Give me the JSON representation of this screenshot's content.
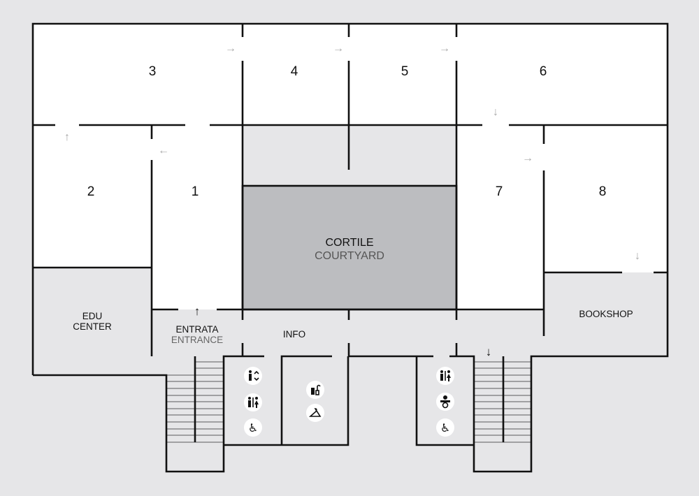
{
  "map": {
    "rooms": [
      {
        "id": "1",
        "label": "1"
      },
      {
        "id": "2",
        "label": "2"
      },
      {
        "id": "3",
        "label": "3"
      },
      {
        "id": "4",
        "label": "4"
      },
      {
        "id": "5",
        "label": "5"
      },
      {
        "id": "6",
        "label": "6"
      },
      {
        "id": "7",
        "label": "7"
      },
      {
        "id": "8",
        "label": "8"
      }
    ],
    "courtyard": {
      "label_it": "CORTILE",
      "label_en": "COURTYARD"
    },
    "edu_center": {
      "line1": "EDU",
      "line2": "CENTER"
    },
    "entrance": {
      "label_it": "ENTRATA",
      "label_en": "ENTRANCE"
    },
    "info": "INFO",
    "bookshop": "BOOKSHOP",
    "arrows": {
      "right": "→",
      "left": "←",
      "up": "↑",
      "down": "↓"
    },
    "colors": {
      "background": "#e6e6e8",
      "room": "#ffffff",
      "courtyard": "#bcbdc0",
      "wall": "#111111",
      "arrow": "#aaaaaa"
    },
    "services": {
      "left_block": [
        "elevator-icon",
        "restroom-icon",
        "accessible-icon"
      ],
      "center_block": [
        "locker-icon",
        "cloakroom-icon"
      ],
      "right_block": [
        "restroom-icon",
        "baby-changing-icon",
        "accessible-icon"
      ]
    }
  }
}
